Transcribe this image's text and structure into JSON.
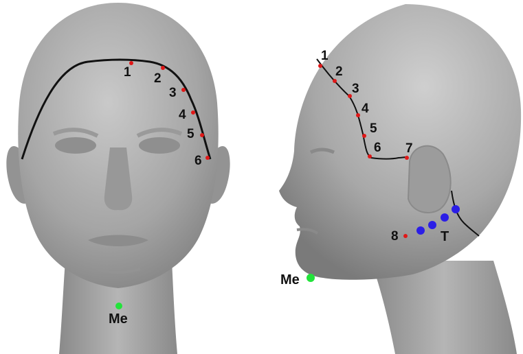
{
  "colors": {
    "background": "#ffffff",
    "head_fill": "#a6a6a6",
    "curve": "#111111",
    "point_red": "#e01818",
    "point_blue": "#2b1ee6",
    "point_green": "#22e33a"
  },
  "front_view": {
    "points": [
      {
        "label": "1",
        "color": "red"
      },
      {
        "label": "2",
        "color": "red"
      },
      {
        "label": "3",
        "color": "red"
      },
      {
        "label": "4",
        "color": "red"
      },
      {
        "label": "5",
        "color": "red"
      },
      {
        "label": "6",
        "color": "red"
      },
      {
        "label": "Me",
        "color": "green"
      }
    ]
  },
  "side_view": {
    "points": [
      {
        "label": "1",
        "color": "red"
      },
      {
        "label": "2",
        "color": "red"
      },
      {
        "label": "3",
        "color": "red"
      },
      {
        "label": "4",
        "color": "red"
      },
      {
        "label": "5",
        "color": "red"
      },
      {
        "label": "6",
        "color": "red"
      },
      {
        "label": "7",
        "color": "red"
      },
      {
        "label": "8",
        "color": "red"
      },
      {
        "label": "Me",
        "color": "green"
      }
    ],
    "tragus_label": "T",
    "tragus_point_count": 4
  }
}
